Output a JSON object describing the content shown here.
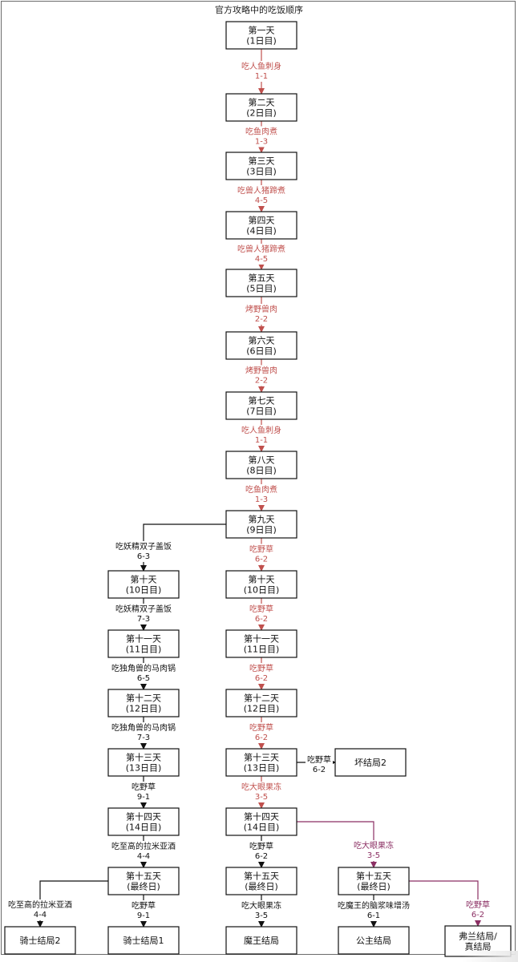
{
  "title": "官方攻略中的吃饭顺序",
  "colors": {
    "black": "#111111",
    "red": "#c0504d",
    "purple": "#8b2f63"
  },
  "nodes": [
    {
      "id": "d1",
      "lines": [
        "第一天",
        "(1日目)"
      ]
    },
    {
      "id": "d2",
      "lines": [
        "第二天",
        "(2日目)"
      ]
    },
    {
      "id": "d3",
      "lines": [
        "第三天",
        "(3日目)"
      ]
    },
    {
      "id": "d4",
      "lines": [
        "第四天",
        "(4日目)"
      ]
    },
    {
      "id": "d5",
      "lines": [
        "第五天",
        "(5日目)"
      ]
    },
    {
      "id": "d6",
      "lines": [
        "第六天",
        "(6日目)"
      ]
    },
    {
      "id": "d7",
      "lines": [
        "第七天",
        "(7日目)"
      ]
    },
    {
      "id": "d8",
      "lines": [
        "第八天",
        "(8日目)"
      ]
    },
    {
      "id": "d9",
      "lines": [
        "第九天",
        "(9日目)"
      ]
    },
    {
      "id": "l10",
      "lines": [
        "第十天",
        "(10日目)"
      ]
    },
    {
      "id": "l11",
      "lines": [
        "第十一天",
        "(11日目)"
      ]
    },
    {
      "id": "l12",
      "lines": [
        "第十二天",
        "(12日目)"
      ]
    },
    {
      "id": "l13",
      "lines": [
        "第十三天",
        "(13日目)"
      ]
    },
    {
      "id": "l14",
      "lines": [
        "第十四天",
        "(14日目)"
      ]
    },
    {
      "id": "l15",
      "lines": [
        "第十五天",
        "(最终日)"
      ]
    },
    {
      "id": "m10",
      "lines": [
        "第十天",
        "(10日目)"
      ]
    },
    {
      "id": "m11",
      "lines": [
        "第十一天",
        "(11日目)"
      ]
    },
    {
      "id": "m12",
      "lines": [
        "第十二天",
        "(12日目)"
      ]
    },
    {
      "id": "m13",
      "lines": [
        "第十三天",
        "(13日目)"
      ]
    },
    {
      "id": "m14",
      "lines": [
        "第十四天",
        "(14日目)"
      ]
    },
    {
      "id": "m15",
      "lines": [
        "第十五天",
        "(最终日)"
      ]
    },
    {
      "id": "r15",
      "lines": [
        "第十五天",
        "(最终日)"
      ]
    },
    {
      "id": "bad2",
      "lines": [
        "坏结局2"
      ]
    },
    {
      "id": "k2",
      "lines": [
        "骑士结局2"
      ]
    },
    {
      "id": "k1",
      "lines": [
        "骑士结局1"
      ]
    },
    {
      "id": "demon",
      "lines": [
        "魔王结局"
      ]
    },
    {
      "id": "princess",
      "lines": [
        "公主结局"
      ]
    },
    {
      "id": "true",
      "lines": [
        "弗兰结局/",
        "真结局"
      ]
    }
  ],
  "edges": [
    {
      "from": "d1",
      "to": "d2",
      "color": "red",
      "label": [
        "吃人鱼刺身",
        "1-1"
      ]
    },
    {
      "from": "d2",
      "to": "d3",
      "color": "red",
      "label": [
        "吃鱼肉煮",
        "1-3"
      ]
    },
    {
      "from": "d3",
      "to": "d4",
      "color": "red",
      "label": [
        "吃兽人猪蹄煮",
        "4-5"
      ]
    },
    {
      "from": "d4",
      "to": "d5",
      "color": "red",
      "label": [
        "吃兽人猪蹄煮",
        "4-5"
      ]
    },
    {
      "from": "d5",
      "to": "d6",
      "color": "red",
      "label": [
        "烤野兽肉",
        "2-2"
      ]
    },
    {
      "from": "d6",
      "to": "d7",
      "color": "red",
      "label": [
        "烤野兽肉",
        "2-2"
      ]
    },
    {
      "from": "d7",
      "to": "d8",
      "color": "red",
      "label": [
        "吃人鱼刺身",
        "1-1"
      ]
    },
    {
      "from": "d8",
      "to": "d9",
      "color": "red",
      "label": [
        "吃鱼肉煮",
        "1-3"
      ]
    },
    {
      "from": "d9",
      "to": "l10",
      "color": "black",
      "label": [
        "吃妖精双子盖饭",
        "6-3"
      ]
    },
    {
      "from": "l10",
      "to": "l11",
      "color": "black",
      "label": [
        "吃妖精双子盖饭",
        "7-3"
      ]
    },
    {
      "from": "l11",
      "to": "l12",
      "color": "black",
      "label": [
        "吃独角兽的马肉锅",
        "6-5"
      ]
    },
    {
      "from": "l12",
      "to": "l13",
      "color": "black",
      "label": [
        "吃独角兽的马肉锅",
        "7-3"
      ]
    },
    {
      "from": "l13",
      "to": "l14",
      "color": "black",
      "label": [
        "吃野草",
        "9-1"
      ]
    },
    {
      "from": "l14",
      "to": "l15",
      "color": "black",
      "label": [
        "吃至高的拉米亚酒",
        "4-4"
      ]
    },
    {
      "from": "l15",
      "to": "k2",
      "color": "black",
      "label": [
        "吃至高的拉米亚酒",
        "4-4"
      ]
    },
    {
      "from": "l15",
      "to": "k1",
      "color": "black",
      "label": [
        "吃野草",
        "9-1"
      ]
    },
    {
      "from": "d9",
      "to": "m10",
      "color": "red",
      "label": [
        "吃野草",
        "6-2"
      ]
    },
    {
      "from": "m10",
      "to": "m11",
      "color": "red",
      "label": [
        "吃野草",
        "6-2"
      ]
    },
    {
      "from": "m11",
      "to": "m12",
      "color": "red",
      "label": [
        "吃野草",
        "6-2"
      ]
    },
    {
      "from": "m12",
      "to": "m13",
      "color": "red",
      "label": [
        "吃野草",
        "6-2"
      ]
    },
    {
      "from": "m13",
      "to": "bad2",
      "color": "black",
      "label": [
        "吃野草",
        "6-2"
      ]
    },
    {
      "from": "m13",
      "to": "m14",
      "color": "red",
      "label": [
        "吃大眼果冻",
        "3-5"
      ]
    },
    {
      "from": "m14",
      "to": "m15",
      "color": "black",
      "label": [
        "吃野草",
        "6-2"
      ]
    },
    {
      "from": "m15",
      "to": "demon",
      "color": "black",
      "label": [
        "吃大眼果冻",
        "3-5"
      ]
    },
    {
      "from": "m14",
      "to": "r15",
      "color": "purple",
      "label": [
        "吃大眼果冻",
        "3-5"
      ]
    },
    {
      "from": "r15",
      "to": "princess",
      "color": "black",
      "label": [
        "吃魔王的脑浆味增汤",
        "6-1"
      ]
    },
    {
      "from": "r15",
      "to": "true",
      "color": "purple",
      "label": [
        "吃野草",
        "6-2"
      ]
    }
  ]
}
